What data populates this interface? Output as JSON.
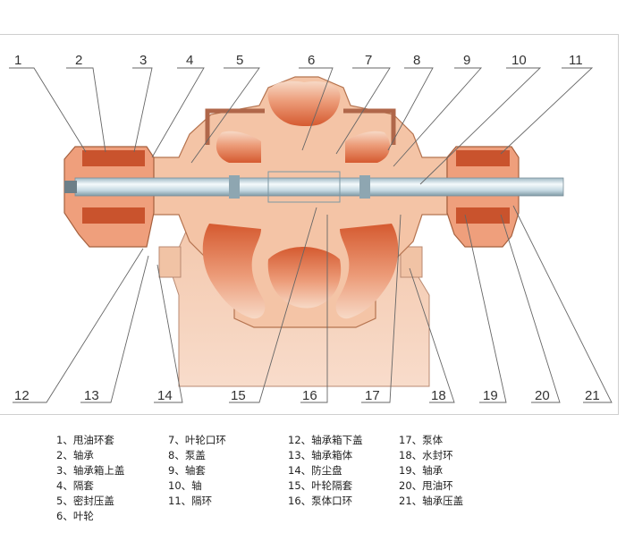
{
  "callouts": [
    "1",
    "2",
    "3",
    "4",
    "5",
    "6",
    "7",
    "8",
    "9",
    "10",
    "11",
    "12",
    "13",
    "14",
    "15",
    "16",
    "17",
    "18",
    "19",
    "20",
    "21"
  ],
  "legend": [
    [
      "1、甩油环套",
      "2、轴承",
      "3、轴承箱上盖",
      "4、隔套",
      "5、密封压盖",
      "6、叶轮"
    ],
    [
      "7、叶轮口环",
      "8、泵盖",
      "9、轴套",
      "10、轴",
      "11、隔环"
    ],
    [
      "12、轴承箱下盖",
      "13、轴承箱体",
      "14、防尘盘",
      "15、叶轮隔套",
      "16、泵体口环"
    ],
    [
      "17、泵体",
      "18、水封环",
      "19、轴承",
      "20、甩油环",
      "21、轴承压盖"
    ]
  ],
  "colors": {
    "body_fill": "#f6d2bb",
    "dark_fill": "#d8653c",
    "mid_fill": "#eea07f",
    "shaft": "#c9dde6",
    "line": "#666666"
  }
}
